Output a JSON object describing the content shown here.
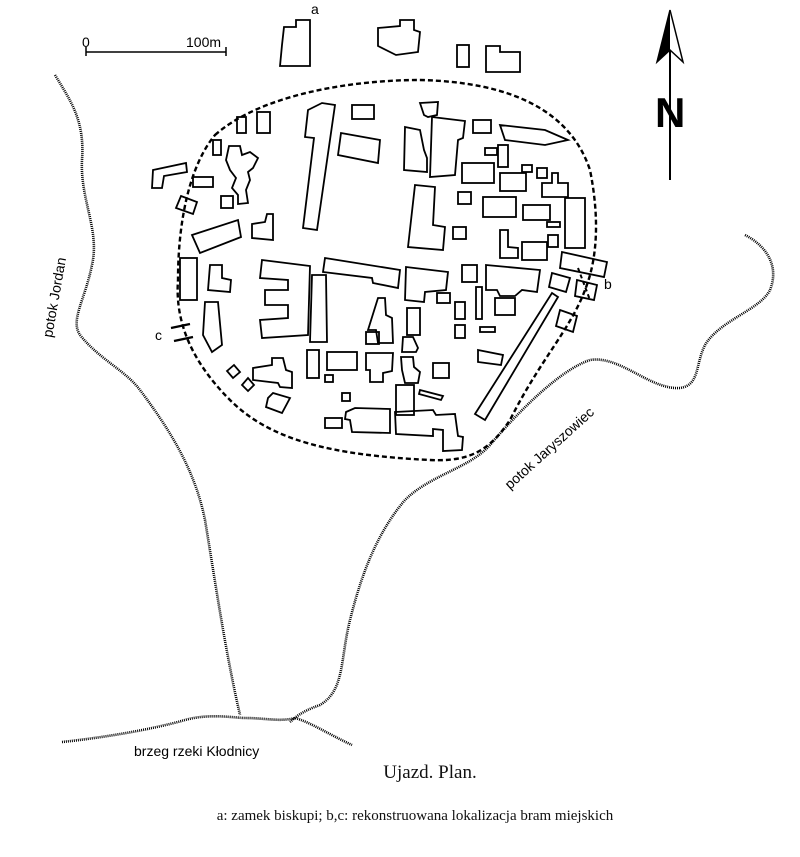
{
  "map": {
    "scale_bar": {
      "start_label": "0",
      "end_label": "100m"
    },
    "north_label": "N",
    "markers": {
      "a": "a",
      "b": "b",
      "c": "c"
    },
    "water_labels": {
      "jordan": "potok Jordan",
      "jaryszowiec": "potok Jaryszowiec",
      "river": "brzeg rzeki Kłodnicy"
    }
  },
  "caption": {
    "title": "Ujazd. Plan.",
    "legend": "a: zamek biskupi; b,c: rekonstruowana lokalizacja bram miejskich"
  }
}
